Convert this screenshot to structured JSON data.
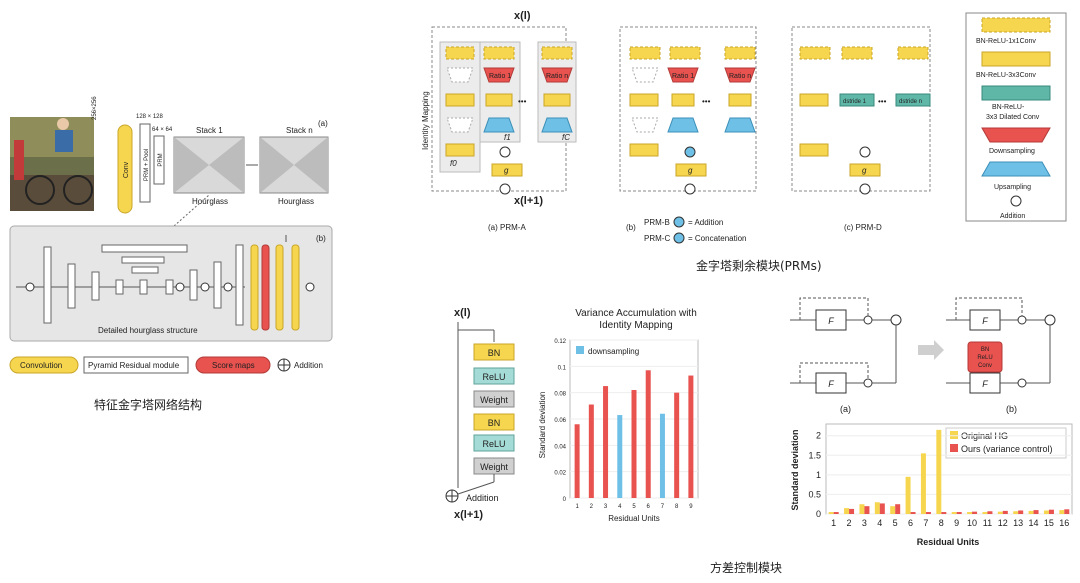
{
  "sections": {
    "left_caption": "特征金字塔网络结构",
    "prm_caption": "金字塔剩余模块(PRMs)",
    "variance_caption": "方差控制模块"
  },
  "network": {
    "labels": {
      "conv": "Conv",
      "prm_pool": "PRM + Pool",
      "prm": "PRM",
      "size_256": "256×256",
      "size_128": "128 × 128",
      "size_64": "64 × 64",
      "stack1": "Stack 1",
      "stackn": "Stack n",
      "hourglass1": "Hourglass",
      "hourglass2": "Hourglass",
      "panel_a": "(a)",
      "panel_b": "(b)",
      "detailed": "Detailed hourglass structure"
    },
    "legend": {
      "convolution": "Convolution",
      "pyramid": "Pyramid Residual module",
      "score": "Score maps",
      "addition": "Addition"
    }
  },
  "prm": {
    "x_in": "x(l)",
    "x_out": "x(l+1)",
    "identity": "Identity Mapping",
    "ratio1": "Ratio 1",
    "ration": "Ratio n",
    "f0": "f0",
    "f1": "f1",
    "fc": "fC",
    "g": "g",
    "dots": "•••",
    "dstride1": "dstride 1",
    "dstriden": "dstride n",
    "label_a": "(a) PRM-A",
    "label_b": "(b)",
    "label_c": "(c) PRM-D",
    "prmb": "PRM-B",
    "prmb_eq": "= Addition",
    "prmc": "PRM-C",
    "prmc_eq": "= Concatenation",
    "legend": {
      "bn1x1": "BN-ReLU-1x1Conv",
      "bn3x3": "BN-ReLU-3x3Conv",
      "dilated1": "BN-ReLU-",
      "dilated2": "3x3 Dilated Conv",
      "down": "Downsampling",
      "up": "Upsampling",
      "add": "Addition"
    }
  },
  "residual": {
    "x_in": "x(l)",
    "x_out": "x(l+1)",
    "blocks": [
      "BN",
      "ReLU",
      "Weight",
      "BN",
      "ReLU",
      "Weight"
    ],
    "addition": "Addition"
  },
  "chart_data": [
    {
      "type": "bar",
      "title": "Variance Accumulation with Identity Mapping",
      "xlabel": "Residual Units",
      "ylabel": "Standard deviation",
      "categories": [
        "1",
        "2",
        "3",
        "4",
        "5",
        "6",
        "7",
        "8",
        "9"
      ],
      "values": [
        0.056,
        0.071,
        0.085,
        0.063,
        0.082,
        0.097,
        0.064,
        0.08,
        0.093
      ],
      "bar_colors": [
        "#e8524f",
        "#e8524f",
        "#e8524f",
        "#6ec0e6",
        "#e8524f",
        "#e8524f",
        "#6ec0e6",
        "#e8524f",
        "#e8524f"
      ],
      "legend": [
        "downsampling"
      ],
      "ylim": [
        0,
        0.12
      ],
      "yticks": [
        "0",
        "0.02",
        "0.04",
        "0.06",
        "0.08",
        "0.1",
        "0.12"
      ]
    },
    {
      "type": "bar",
      "xlabel": "Residual Units",
      "ylabel": "Standard deviation",
      "categories": [
        "1",
        "2",
        "3",
        "4",
        "5",
        "6",
        "7",
        "8",
        "9",
        "10",
        "11",
        "12",
        "13",
        "14",
        "15",
        "16"
      ],
      "series": [
        {
          "name": "Original HG",
          "color": "#f7d64f",
          "values": [
            0.05,
            0.15,
            0.25,
            0.3,
            0.2,
            0.95,
            1.55,
            2.15,
            0.05,
            0.05,
            0.05,
            0.06,
            0.07,
            0.08,
            0.09,
            0.1
          ]
        },
        {
          "name": "Ours (variance control)",
          "color": "#e8524f",
          "values": [
            0.05,
            0.13,
            0.2,
            0.27,
            0.25,
            0.05,
            0.05,
            0.05,
            0.05,
            0.06,
            0.07,
            0.08,
            0.09,
            0.1,
            0.11,
            0.12
          ]
        }
      ],
      "ylim": [
        0,
        2.3
      ],
      "yticks": [
        "0",
        "0.5",
        "1",
        "1.5",
        "2"
      ],
      "panel_a": "(a)",
      "panel_b": "(b)",
      "func": "F",
      "bn_block": [
        "BN",
        "ReLU",
        "Conv"
      ]
    }
  ]
}
